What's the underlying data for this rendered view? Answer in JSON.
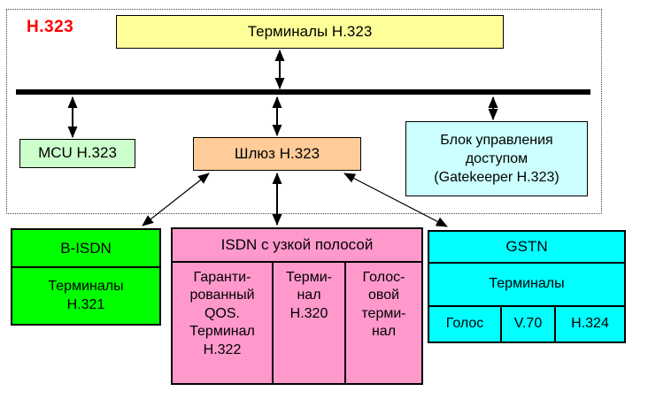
{
  "diagram": {
    "scope_label": "H.323",
    "scope_label_color": "#FF0000",
    "bus_color": "#000000",
    "boxes": {
      "terminals": {
        "label": "Терминалы Н.323",
        "bg": "#FFFF99"
      },
      "mcu": {
        "label": "MCU H.323",
        "bg": "#CCFFCC"
      },
      "gateway": {
        "label": "Шлюз Н.323",
        "bg": "#FFCC99"
      },
      "gatekeeper": {
        "label": "Блок управления\nдоступом\n(Gatekeeper H.323)",
        "bg": "#CCFFFF"
      },
      "b_isdn": {
        "header": "B-ISDN",
        "body": "Терминалы\nН.321",
        "bg": "#00FF00"
      },
      "isdn": {
        "header": "ISDN с узкой полосой",
        "cells": [
          "Гаранти-\nрованный\nQOS.\nТерминал\nН.322",
          "Терми-\nнал\nН.320",
          "Голос-\nовой\nтерми-\nнал"
        ],
        "bg": "#FF99CC"
      },
      "gstn": {
        "header": "GSTN",
        "subheader": "Терминалы",
        "cells": [
          "Голос",
          "V.70",
          "Н.324"
        ],
        "bg": "#00FFFF"
      }
    }
  }
}
